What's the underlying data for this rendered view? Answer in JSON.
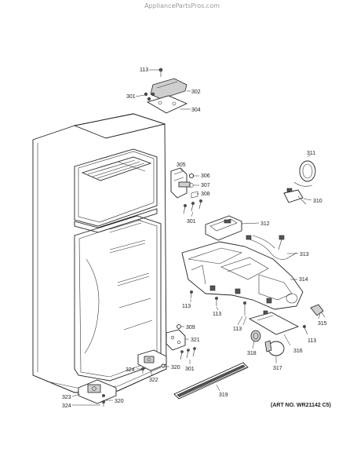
{
  "header": {
    "site": "AppliancePartsPros.com"
  },
  "footer": {
    "art_number": "(ART NO. WR21142 C5)"
  },
  "labels": {
    "l113a": "113",
    "l302": "302",
    "l301a": "301",
    "l304": "304",
    "l305": "305",
    "l306a": "306",
    "l307": "307",
    "l308": "308",
    "l301b": "301",
    "l311": "311",
    "l310": "310",
    "l312": "312",
    "l313": "313",
    "l314": "314",
    "l113b": "113",
    "l113c": "113",
    "l113d": "113",
    "l315": "315",
    "l113e": "113",
    "l309": "309",
    "l321": "321",
    "l301c": "301",
    "l318": "318",
    "l316": "316",
    "l317": "317",
    "l324a": "324",
    "l320a": "320",
    "l322": "322",
    "l323": "323",
    "l320b": "320",
    "l324b": "324",
    "l319": "319"
  }
}
